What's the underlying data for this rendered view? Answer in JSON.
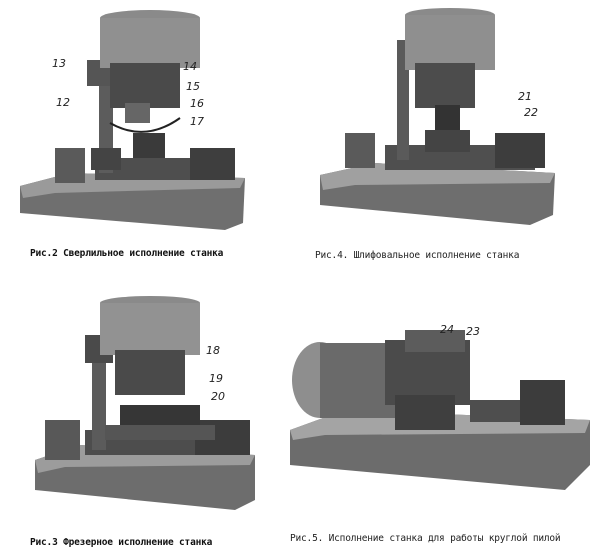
{
  "captions": {
    "fig2": "Рис.2 Сверлильное исполнение станка",
    "fig4": "Рис.4. Шлифовальное исполнение станка",
    "fig3": "Рис.3 Фрезерное исполнение станка",
    "fig5": "Рис.5. Исполнение станка для работы круглой пилой"
  },
  "callouts": {
    "fig2": [
      "13",
      "14",
      "15",
      "12",
      "16",
      "17"
    ],
    "fig4": [
      "21",
      "22"
    ],
    "fig3": [
      "18",
      "19",
      "20"
    ],
    "fig5": [
      "24",
      "23"
    ]
  }
}
